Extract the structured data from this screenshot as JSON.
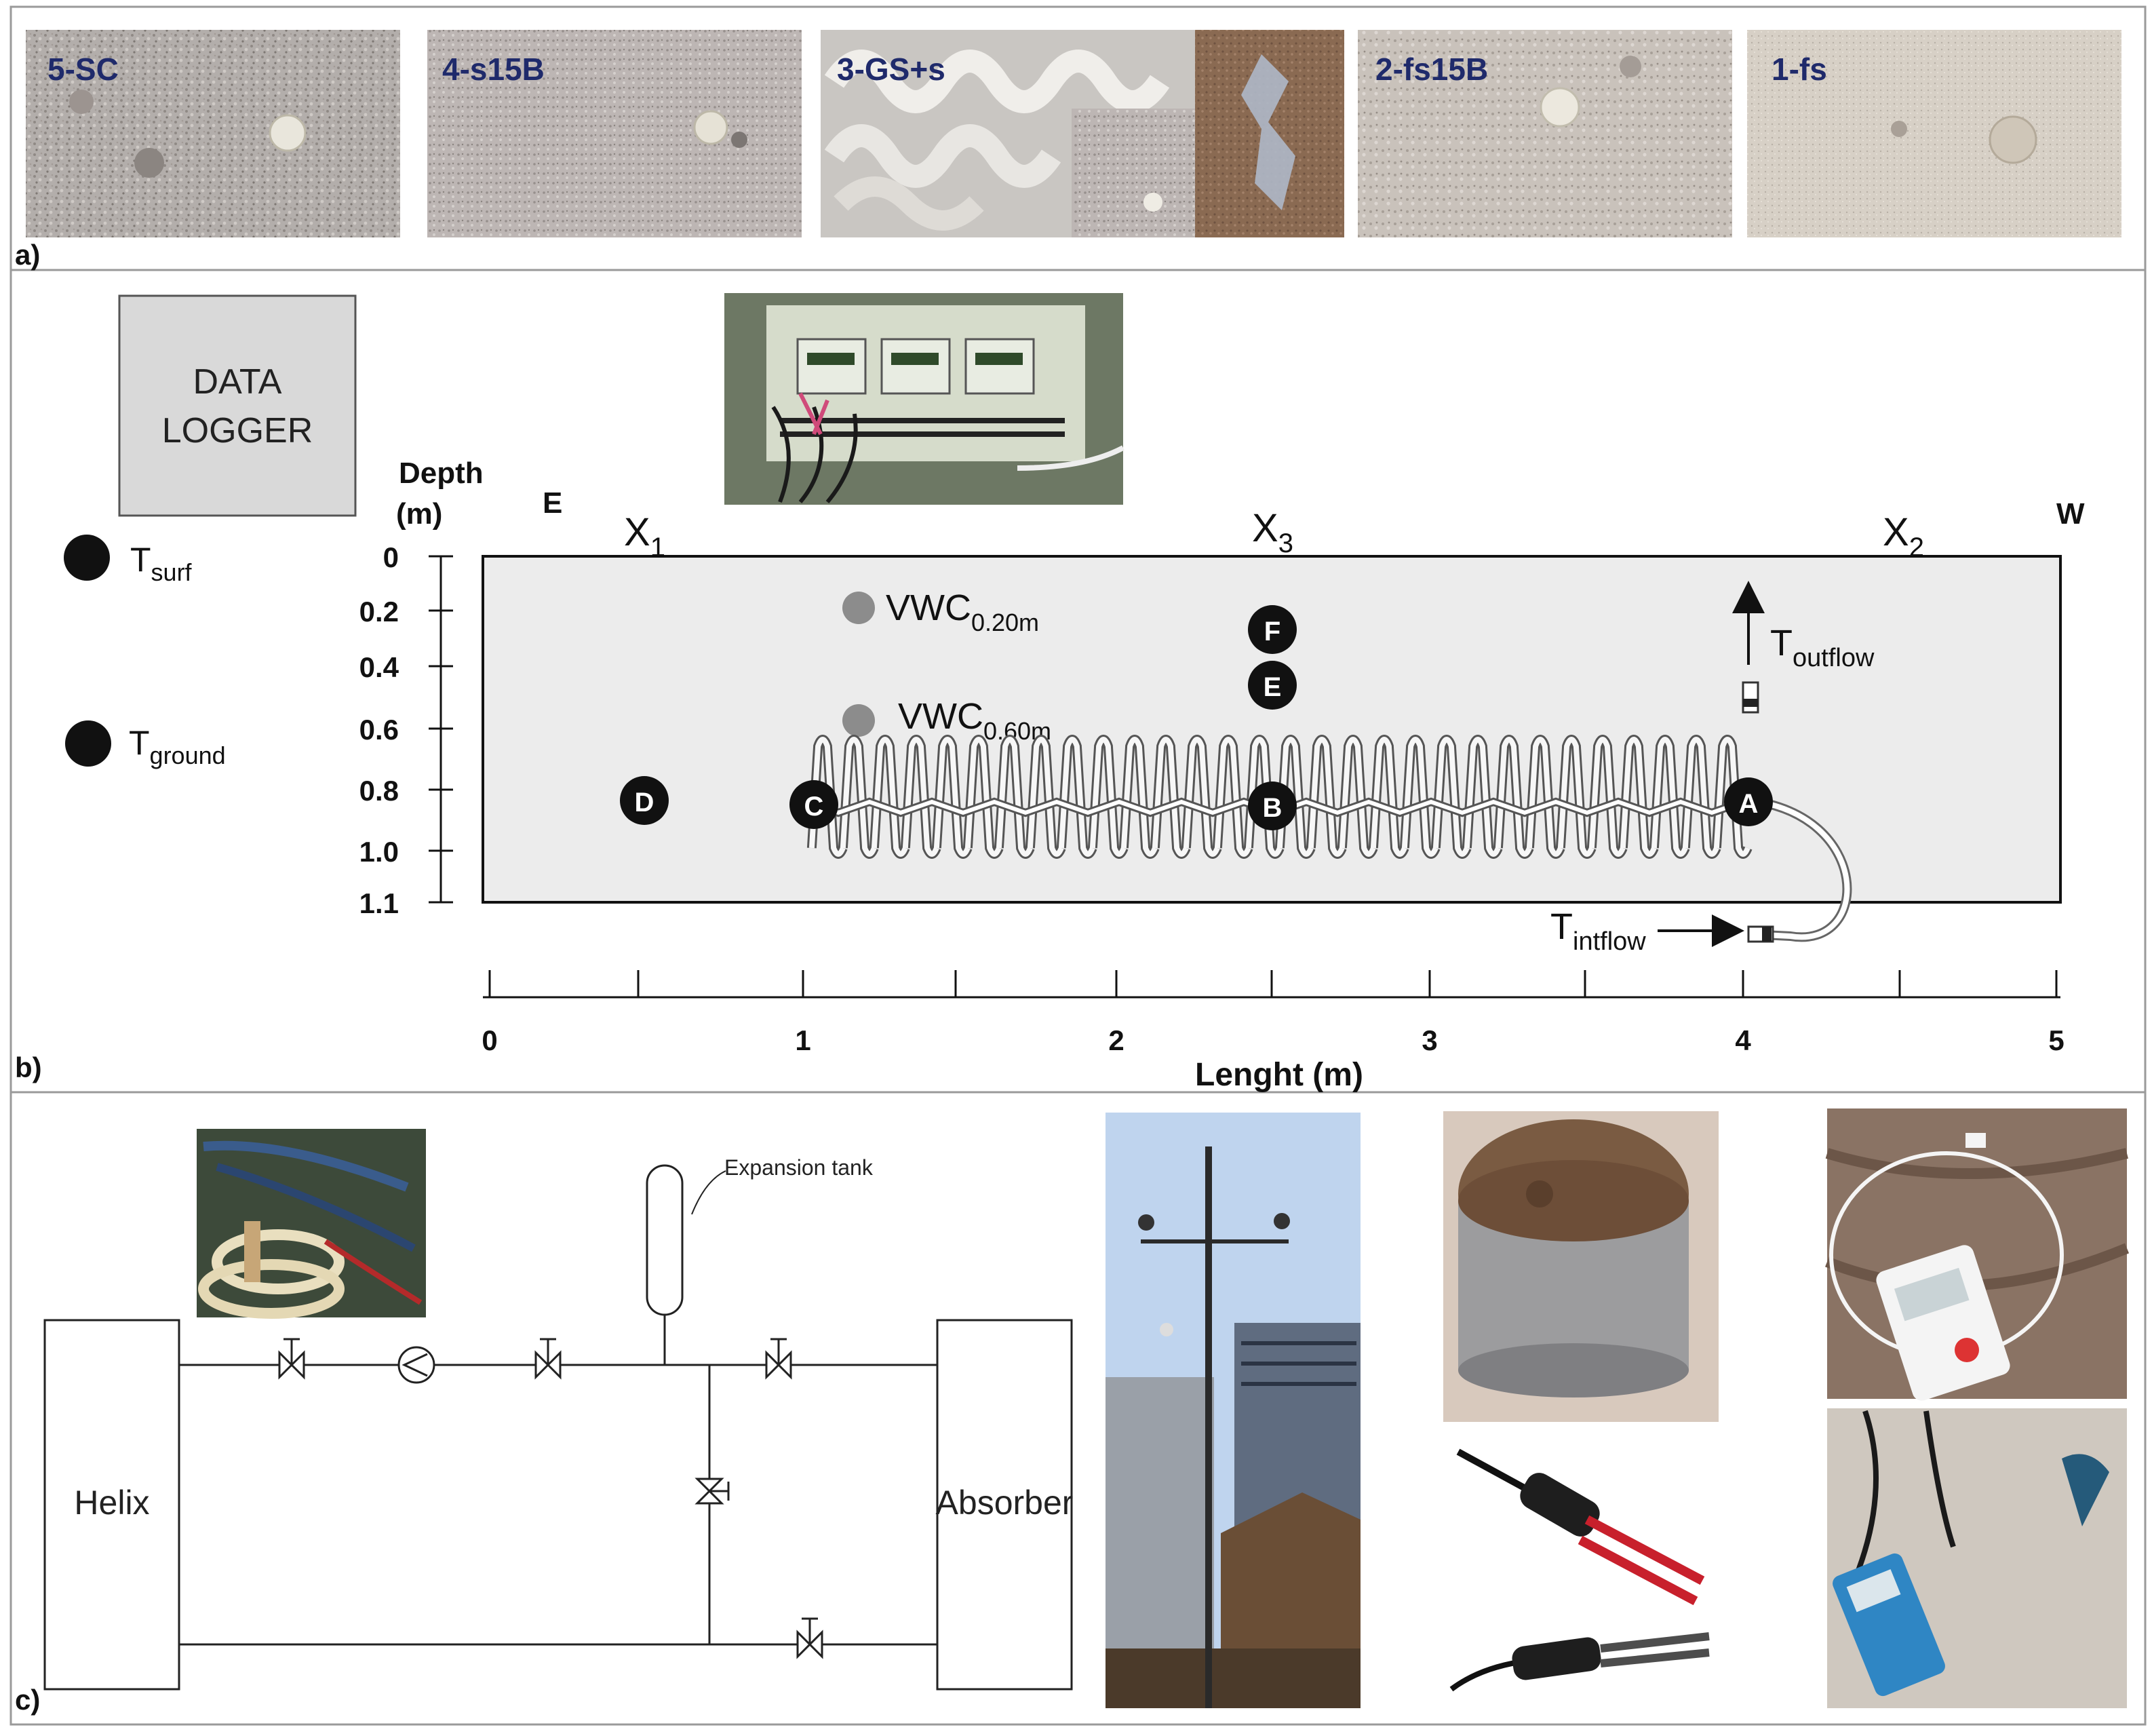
{
  "panel_a": {
    "letter": "a)",
    "samples": [
      {
        "label": "5-SC"
      },
      {
        "label": "4-s15B"
      },
      {
        "label": "3-GS+s"
      },
      {
        "label": "2-fs15B"
      },
      {
        "label": "1-fs"
      }
    ]
  },
  "panel_b": {
    "letter": "b)",
    "data_logger_line1": "DATA",
    "data_logger_line2": "LOGGER",
    "legend": {
      "surf_main": "T",
      "surf_sub": "surf",
      "ground_main": "T",
      "ground_sub": "ground"
    },
    "depth_label_line1": "Depth",
    "depth_label_line2": "(m)",
    "depth_ticks": [
      "0",
      "0.2",
      "0.4",
      "0.6",
      "0.8",
      "1.0",
      "1.1"
    ],
    "length_ticks": [
      "0",
      "1",
      "2",
      "3",
      "4",
      "5"
    ],
    "length_label": "Lenght  (m)",
    "east": "E",
    "west": "W",
    "sections": [
      {
        "main": "X",
        "sub": "1"
      },
      {
        "main": "X",
        "sub": "3"
      },
      {
        "main": "X",
        "sub": "2"
      }
    ],
    "vwc": [
      {
        "main": "VWC",
        "sub": "0.20m"
      },
      {
        "main": "VWC",
        "sub": "0.60m"
      }
    ],
    "sensors": [
      "A",
      "B",
      "C",
      "D",
      "E",
      "F"
    ],
    "outflow": {
      "main": "T",
      "sub": "outflow"
    },
    "inflow": {
      "main": "T",
      "sub": "intflow"
    }
  },
  "panel_c": {
    "letter": "c)",
    "helix_label": "Helix",
    "absorber_label": "Absorber",
    "expansion_label": "Expansion tank"
  },
  "colors": {
    "frame": "#9a9a9a",
    "ground_fill": "#ececec",
    "logger_fill": "#d9d9d9",
    "sample_text": "#1f2a6b",
    "sensor": "#111111",
    "vwc": "#8c8c8c"
  }
}
